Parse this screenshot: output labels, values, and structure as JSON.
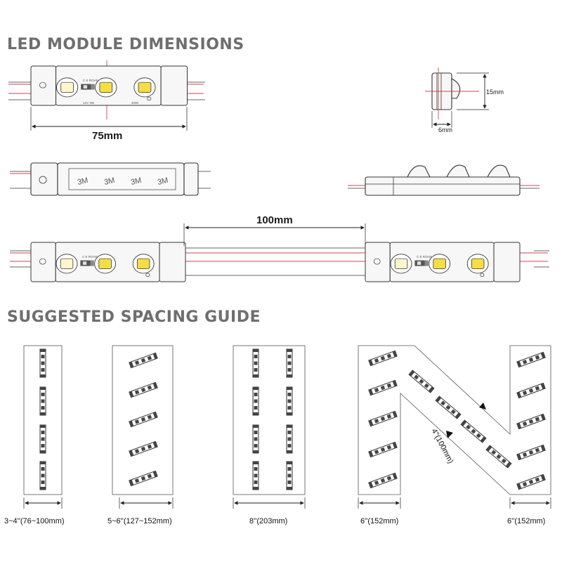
{
  "headings": {
    "dimensions": "LED MODULE DIMENSIONS",
    "spacing": "SUGGESTED SPACING GUIDE"
  },
  "dimensions": {
    "length": "75mm",
    "height": "15mm",
    "width": "6mm",
    "pitch": "100mm"
  },
  "module_markings": {
    "certification": "C E ROHS",
    "voltage_power": "12V  3W",
    "model": "3030"
  },
  "tape_label": "3M",
  "spacing_guide": {
    "letter_i": "3~4''(76~100mm)",
    "letter_slash": "5~6''(127~152mm)",
    "letter_ii": "8''(203mm)",
    "letter_n_left": "6''(152mm)",
    "letter_n_diagonal": "4''(100mm)",
    "letter_n_right": "6''(152mm)"
  }
}
